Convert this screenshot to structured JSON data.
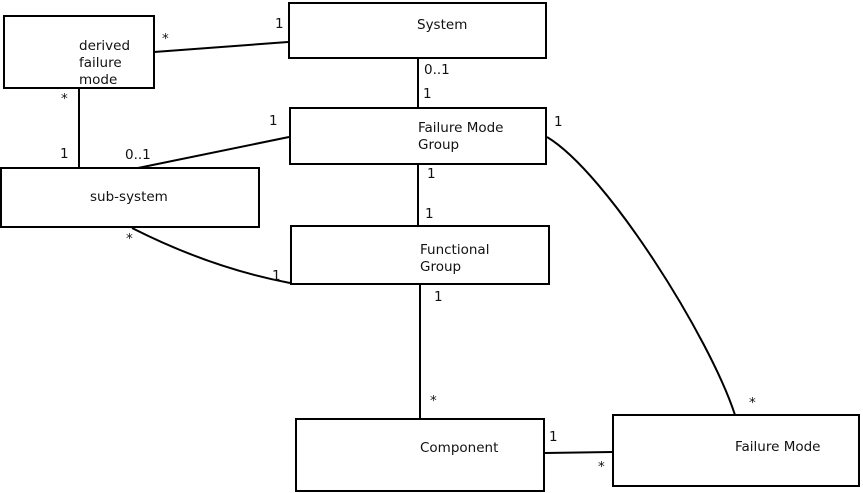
{
  "diagram": {
    "kind": "uml-association-diagram",
    "nodes": {
      "derived_failure_mode": {
        "lines": [
          "derived",
          "failure",
          "mode"
        ]
      },
      "system": {
        "lines": [
          "System"
        ]
      },
      "failure_mode_group": {
        "lines": [
          "Failure Mode",
          "Group"
        ]
      },
      "sub_system": {
        "lines": [
          "sub-system"
        ]
      },
      "functional_group": {
        "lines": [
          "Functional",
          "Group"
        ]
      },
      "component": {
        "lines": [
          "Component"
        ]
      },
      "failure_mode": {
        "lines": [
          "Failure Mode"
        ]
      }
    },
    "edges": {
      "derived_failure_mode__system": {
        "at_derived_failure_mode": "*",
        "at_system": "1"
      },
      "derived_failure_mode__sub_system": {
        "at_derived_failure_mode": "*",
        "at_sub_system": "1"
      },
      "system__failure_mode_group": {
        "at_system": "0..1",
        "at_failure_mode_group": "1"
      },
      "sub_system__failure_mode_group": {
        "at_sub_system": "0..1",
        "at_failure_mode_group": "1"
      },
      "failure_mode_group__functional_group": {
        "at_failure_mode_group": "1",
        "at_functional_group": "1"
      },
      "functional_group__component": {
        "at_functional_group": "1",
        "at_component": "*"
      },
      "component__failure_mode": {
        "at_component": "1",
        "at_failure_mode": "*"
      },
      "sub_system__functional_group": {
        "at_sub_system": "*",
        "at_functional_group": "1"
      },
      "failure_mode_group__failure_mode": {
        "at_failure_mode_group": "1",
        "at_failure_mode": "*"
      }
    },
    "colors": {
      "background": "#ffffff",
      "line": "#000000",
      "text": "#111111"
    }
  }
}
